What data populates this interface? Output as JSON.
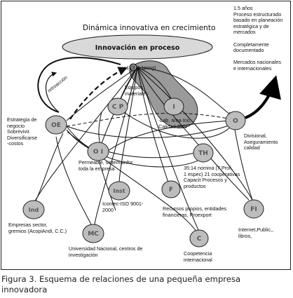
{
  "title": "Dinámica innovativa en crecimiento",
  "banner": "Innovación en proceso",
  "center_label": "+1 (3 R 1posg)",
  "loop_label": "retroacción",
  "nodes": {
    "oe": "OE",
    "cp": "C P",
    "i": "I",
    "o": "O",
    "oi": "O I",
    "th": "TH",
    "inst": "Inst",
    "f": "F",
    "ind": "Ind",
    "mc": "MC",
    "c": "C",
    "fi": "FI"
  },
  "notes": {
    "o_top": [
      "1.5  años",
      "Proceso estructurado",
      "basado en planeación",
      "estratégica y de",
      "mercados",
      "",
      "Completamente",
      "documentado",
      "",
      "Mercados nacionales",
      "e internacionales"
    ],
    "o_side": [
      "Divisional,",
      "Aseguramiento",
      "calidad"
    ],
    "oe_side": [
      "Estrategia de",
      "negocio",
      "Sobrevivir.",
      "Diversificarse",
      "-costos"
    ],
    "cp_top": [
      "Equipos",
      "materiales"
    ],
    "i_side": [
      "-Lab, área Ino,",
      "Calidad 3%V"
    ],
    "oi_side": [
      "Permeable, sistemainfor",
      "toda la empresa"
    ],
    "th_side": [
      "35:14 nomina (7 Prof,",
      "1 espec) 21 cooperativas",
      "Capacit Procesos y",
      "productos"
    ],
    "inst_side": [
      "Icontec-ISO 9001-",
      "2000"
    ],
    "f_side": [
      "Recursos propios, entidades",
      "financieras, Proexport"
    ],
    "ind_side": [
      "Empresas sector,",
      "gremios (AcopiAndi, C.C.)"
    ],
    "mc_side": [
      "Universidad Nacional, centros de",
      "investigación"
    ],
    "c_side": [
      "Coopetencia",
      "internacional"
    ],
    "fi_side": [
      "Internet,Public,,",
      "libros,"
    ]
  },
  "caption": [
    "Figura 3. Esquema de relaciones de una pequeña empresa",
    "innovadora"
  ]
}
